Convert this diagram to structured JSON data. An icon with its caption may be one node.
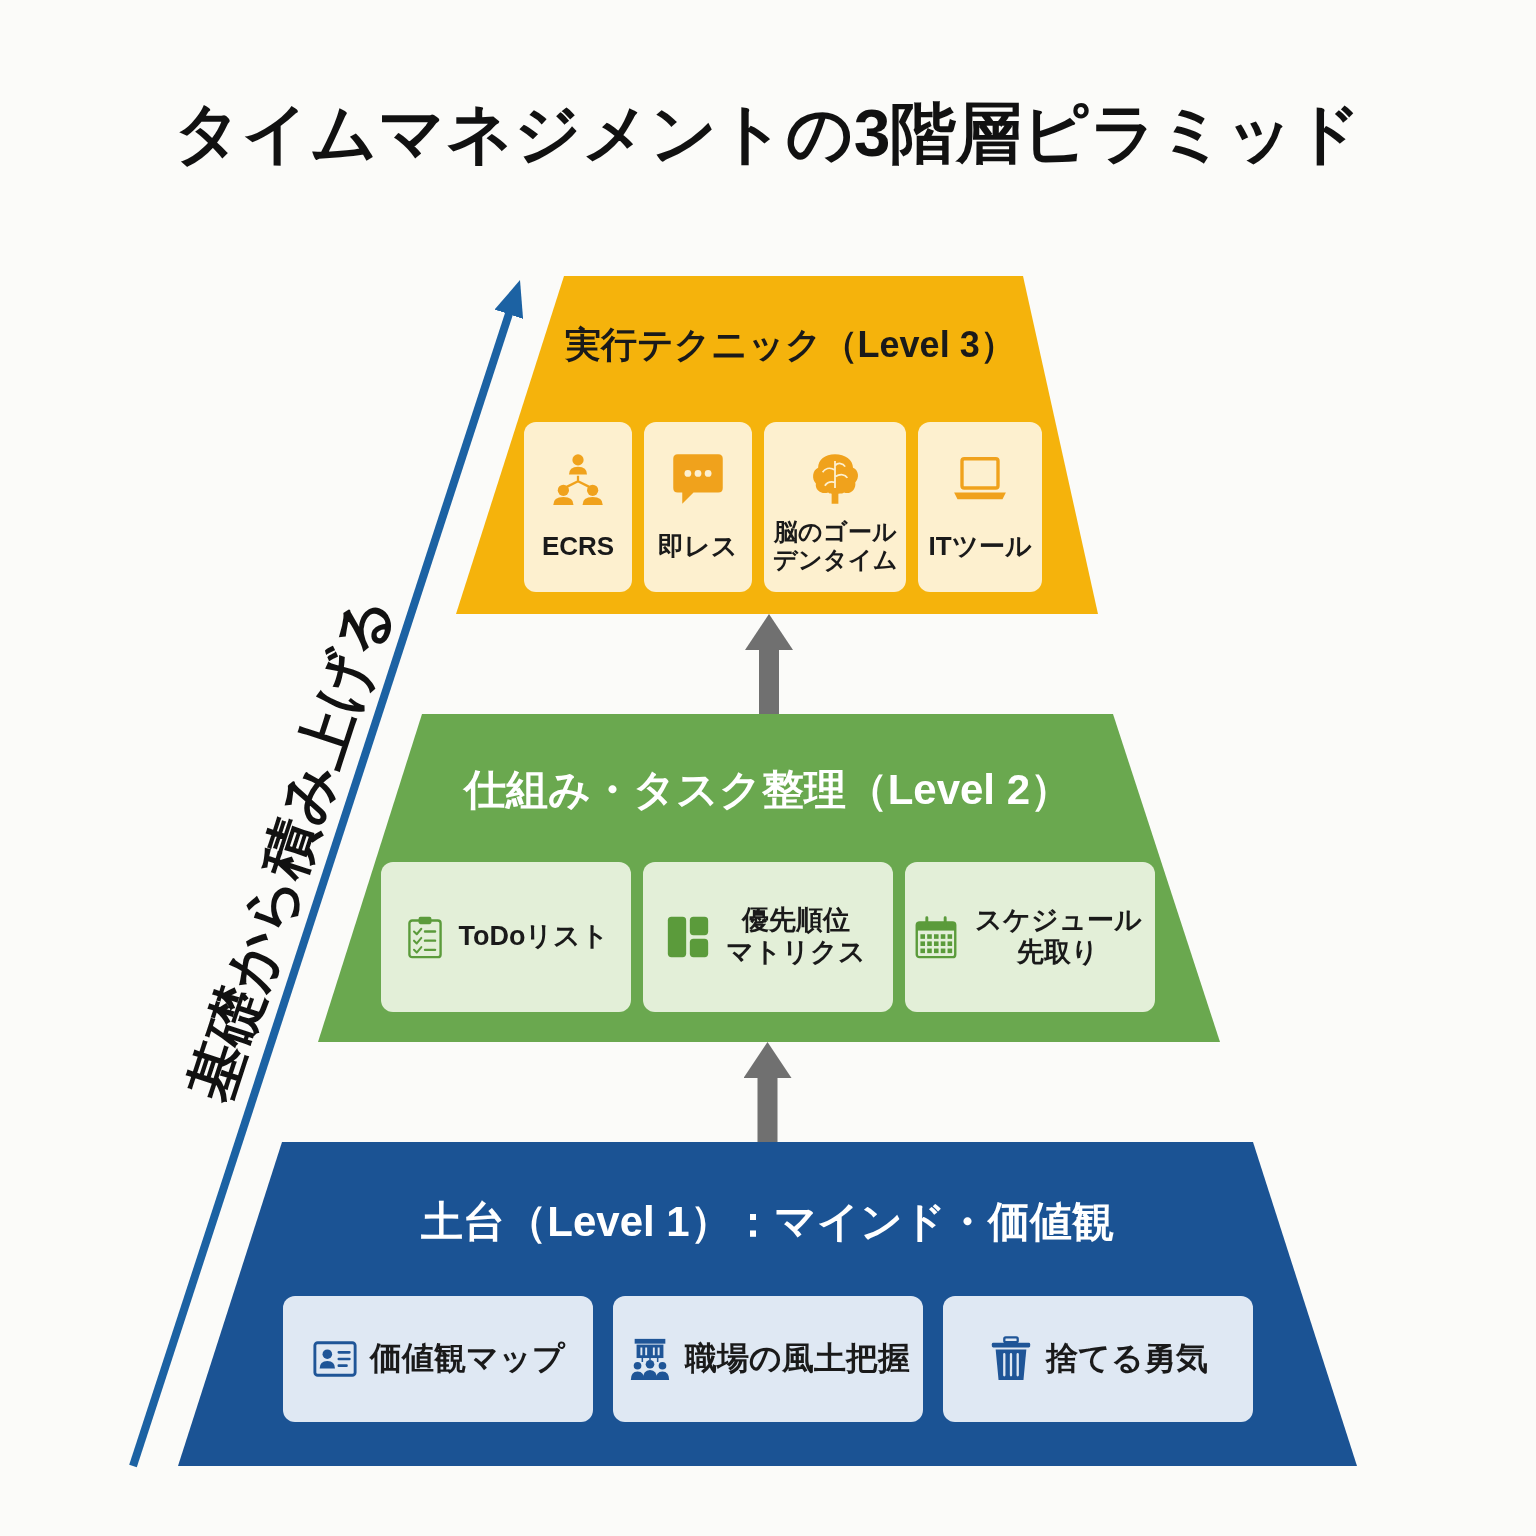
{
  "diagram": {
    "title": "タイムマネジメントの3階層ピラミッド",
    "nodes": [
      {
        "text": [
          "実行テクニック（Level 3）"
        ]
      },
      {
        "text": [
          "ECRS"
        ],
        "in": 0
      },
      {
        "text": [
          "即レス"
        ],
        "in": 0
      },
      {
        "text": [
          "脳のゴールデンタイム"
        ],
        "in": 0
      },
      {
        "text": [
          "ITツール"
        ],
        "in": 0
      },
      {
        "text": [
          "仕組み・タスク整理（Level 2）"
        ]
      },
      {
        "text": [
          "ToDoリスト"
        ],
        "in": 5
      },
      {
        "text": [
          "優先順位マトリクス"
        ],
        "in": 5
      },
      {
        "text": [
          "スケジュール先取り"
        ],
        "in": 5
      },
      {
        "text": [
          "土台（Level 1）：マインド・価値観"
        ]
      },
      {
        "text": [
          "価値観マップ"
        ],
        "in": 9
      },
      {
        "text": [
          "職場の風土把握"
        ],
        "in": 9
      },
      {
        "text": [
          "捨てる勇気"
        ],
        "in": 9
      }
    ],
    "edges": [
      {
        "from": 9,
        "to": 5,
        "arrow": "to"
      },
      {
        "from": 5,
        "to": 0,
        "arrow": "to"
      }
    ],
    "labels": [
      "基礎から積み上げる"
    ]
  }
}
